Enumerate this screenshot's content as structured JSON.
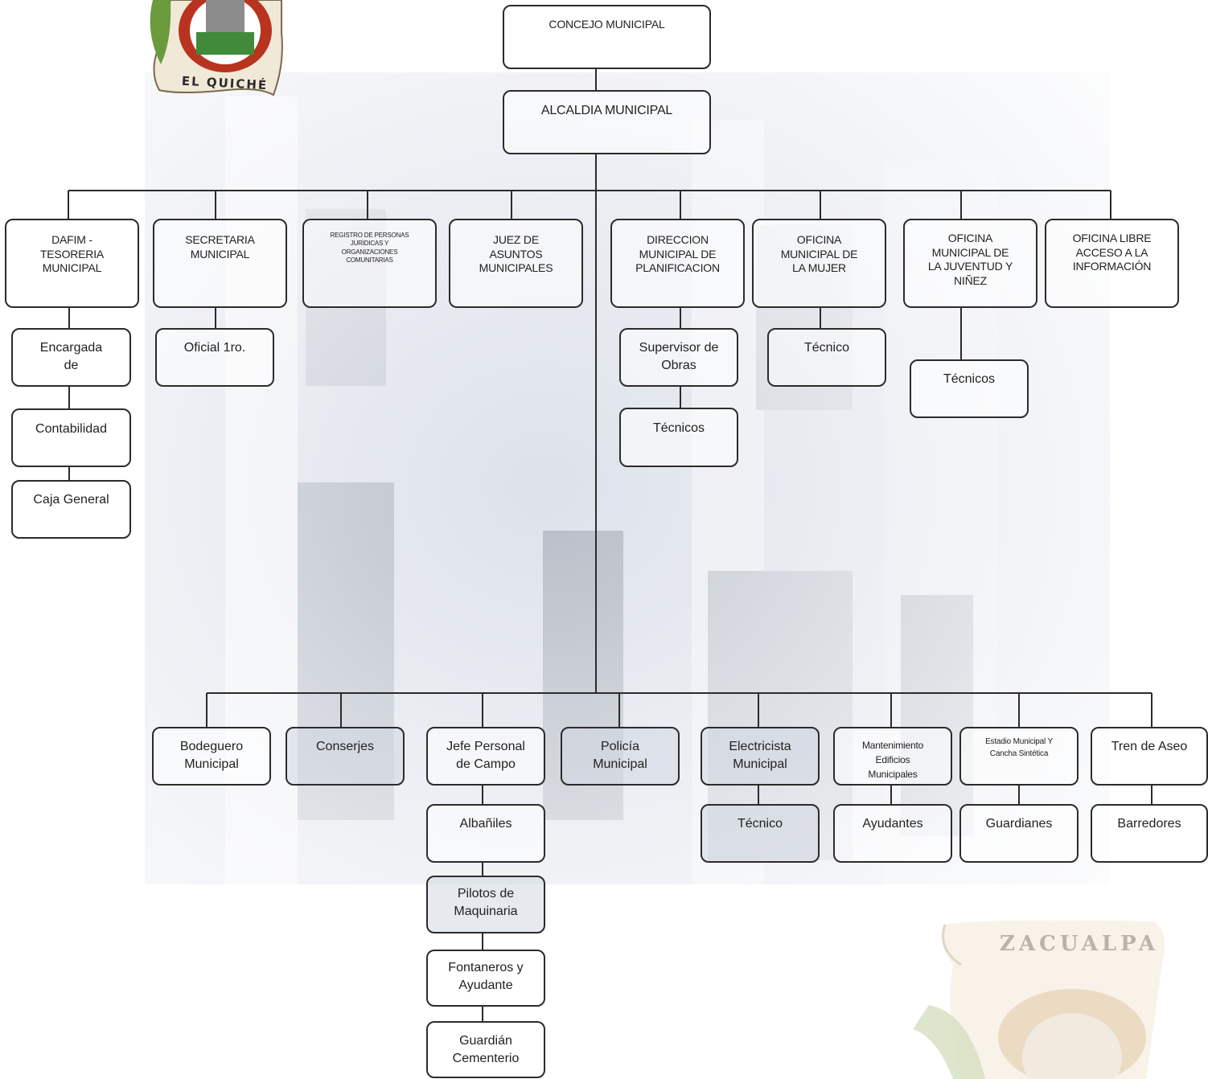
{
  "chart": {
    "top": [
      "CONCEJO MUNICIPAL",
      "ALCALDIA MUNICIPAL"
    ],
    "row1": [
      "DAFIM -\nTESORERIA\nMUNICIPAL",
      "SECRETARIA\nMUNICIPAL",
      "REGISTRO DE PERSONAS\nJURIDICAS Y\nORGANIZACIONES\nCOMUNITARIAS",
      "JUEZ DE\nASUNTOS\nMUNICIPALES",
      "DIRECCION\nMUNICIPAL DE\nPLANIFICACION",
      "OFICINA\nMUNICIPAL DE\nLA MUJER",
      "OFICINA\nMUNICIPAL DE\nLA JUVENTUD Y\nNIÑEZ",
      "OFICINA LIBRE\nACCESO A LA\nINFORMACIÓN"
    ],
    "dafim_sub": [
      "Encargada\nde",
      "Contabilidad",
      "Caja General"
    ],
    "secretaria_sub": [
      "Oficial 1ro."
    ],
    "planificacion_sub": [
      "Supervisor de\nObras",
      "Técnicos"
    ],
    "mujer_sub": [
      "Técnico"
    ],
    "juventud_sub": [
      "Técnicos"
    ],
    "row2": [
      "Bodeguero\nMunicipal",
      "Conserjes",
      "Jefe Personal\nde Campo",
      "Policía\nMunicipal",
      "Electricista\nMunicipal",
      "Mantenimiento\nEdificios\nMunicipales",
      "Estadio Municipal Y\nCancha  Sintética",
      "Tren de Aseo"
    ],
    "campo_sub": [
      "Albañiles",
      "Pilotos de\nMaquinaria",
      "Fontaneros y\nAyudante",
      "Guardián\nCementerio"
    ],
    "electricista_sub": [
      "Técnico"
    ],
    "mantenimiento_sub": [
      "Ayudantes"
    ],
    "estadio_sub": [
      "Guardianes"
    ],
    "aseo_sub": [
      "Barredores"
    ]
  },
  "logos": {
    "left": "EL QUICHÉ",
    "right": "ZACUALPA"
  },
  "colors": {
    "line": "#2b2b2b",
    "background_tint": "#dfe4ec"
  }
}
